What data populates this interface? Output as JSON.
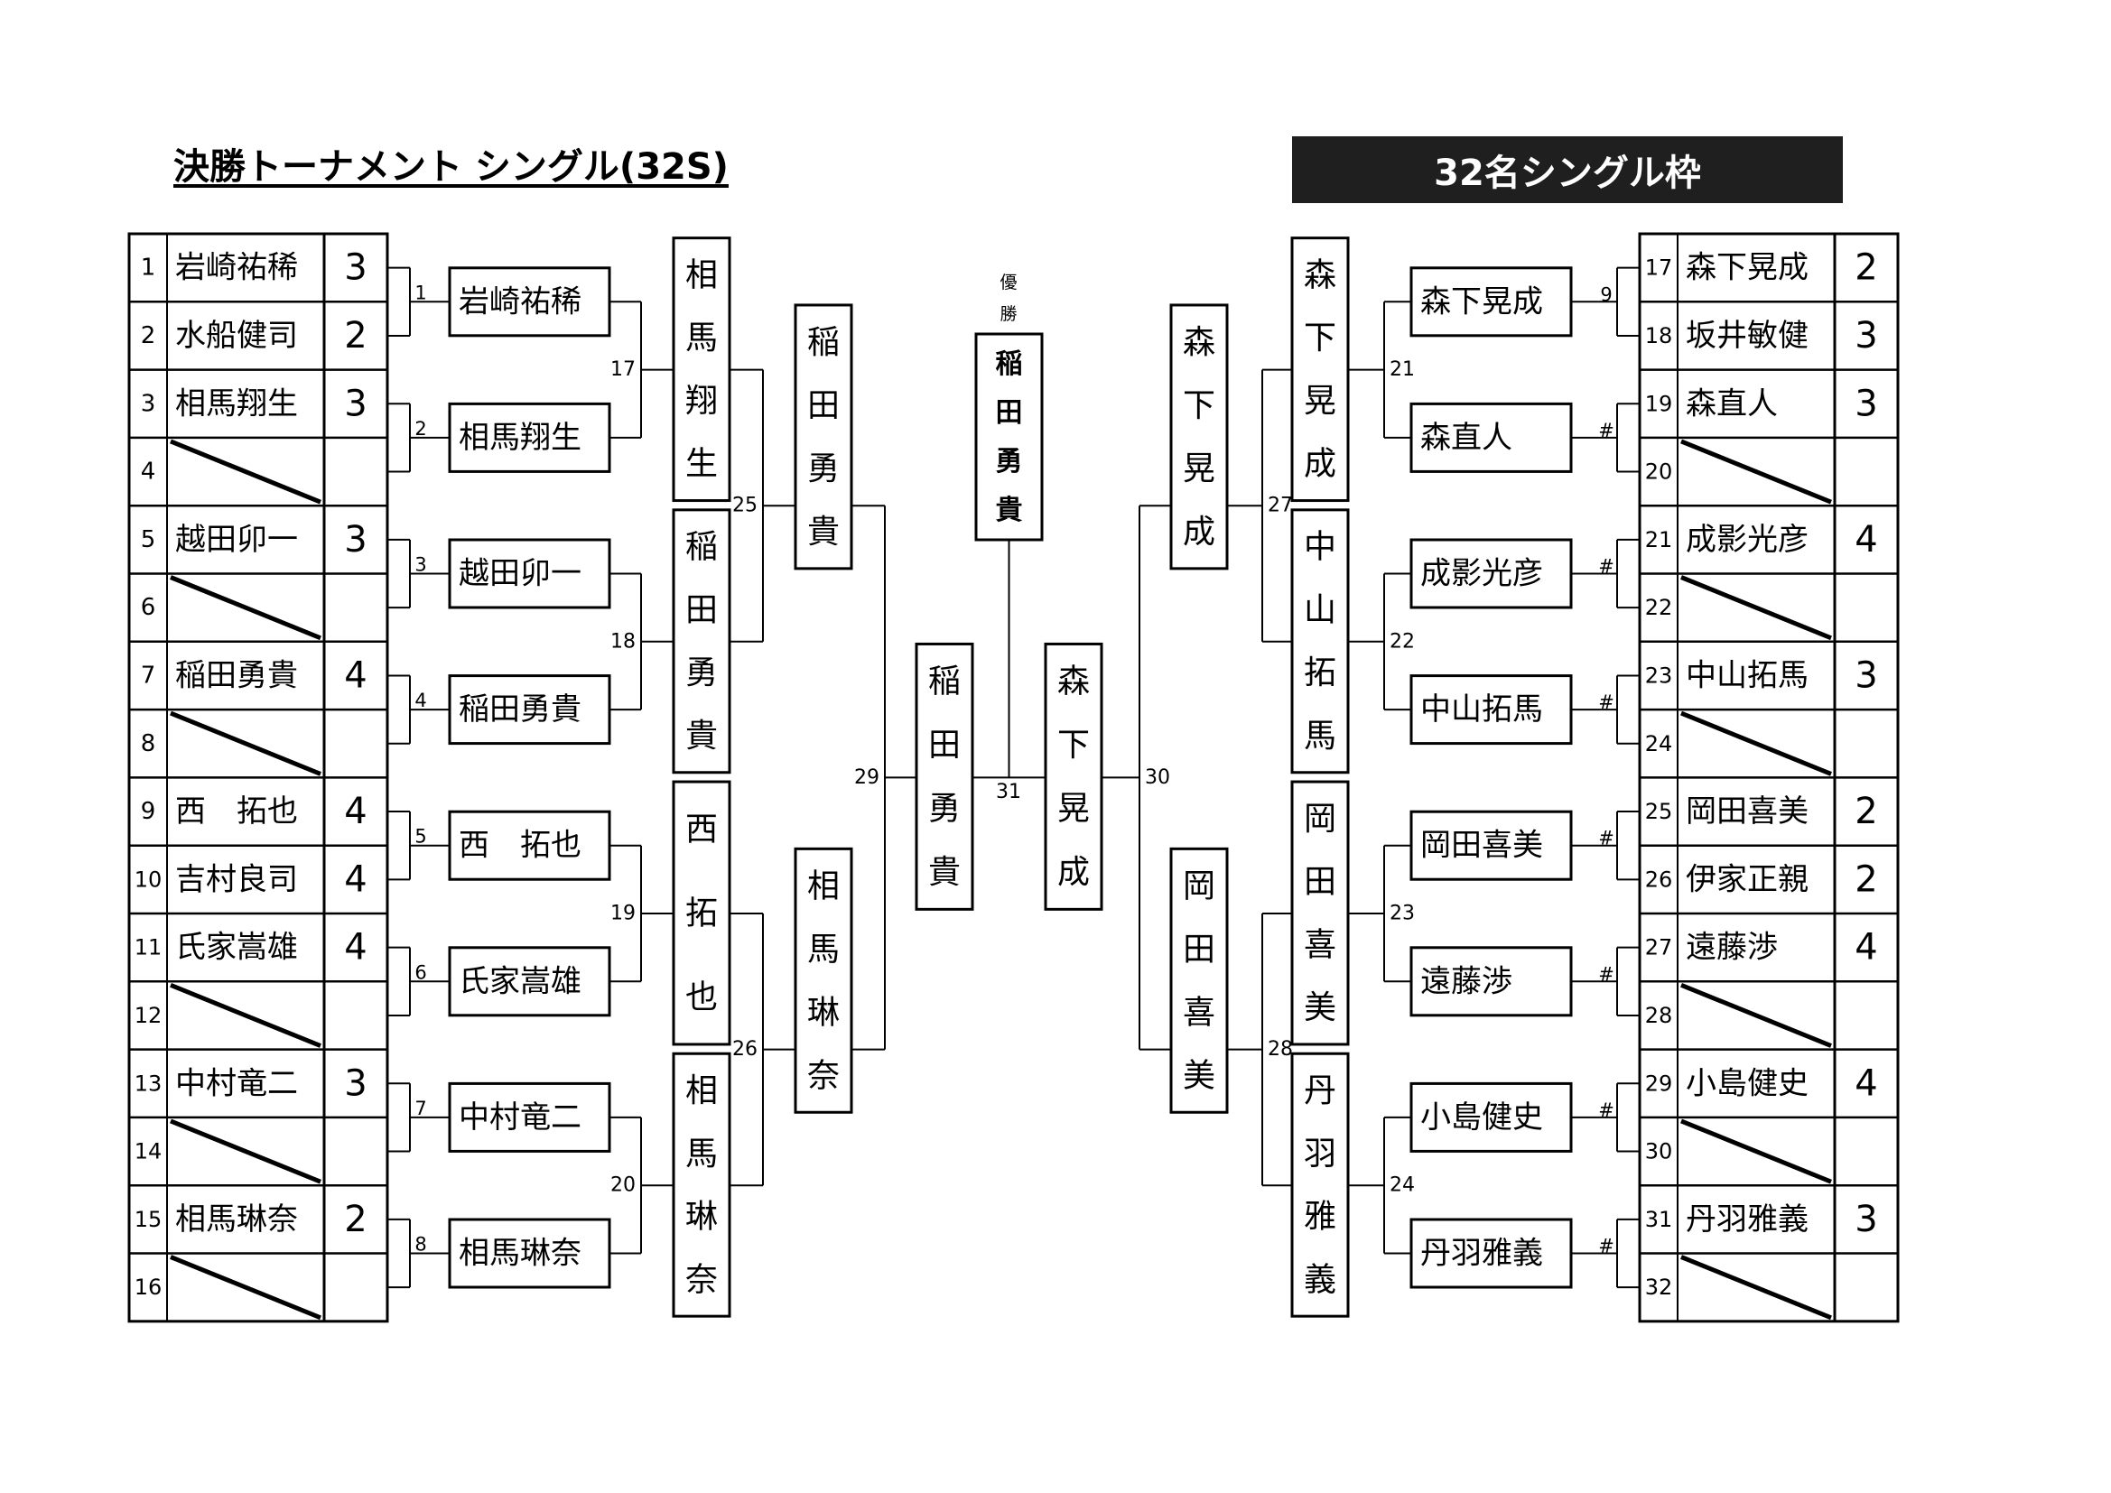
{
  "header": {
    "title": "決勝トーナメント シングル(32S)",
    "label": "32名シングル枠"
  },
  "champion_label": "優勝",
  "champion": "稲田勇貴",
  "left_entries": [
    {
      "seed": "1",
      "name": "岩崎祐稀",
      "score": "3"
    },
    {
      "seed": "2",
      "name": "水船健司",
      "score": "2"
    },
    {
      "seed": "3",
      "name": "相馬翔生",
      "score": "3"
    },
    {
      "seed": "4",
      "name": "",
      "score": ""
    },
    {
      "seed": "5",
      "name": "越田卯一",
      "score": "3"
    },
    {
      "seed": "6",
      "name": "",
      "score": ""
    },
    {
      "seed": "7",
      "name": "稲田勇貴",
      "score": "4"
    },
    {
      "seed": "8",
      "name": "",
      "score": ""
    },
    {
      "seed": "9",
      "name": "西　拓也",
      "score": "4"
    },
    {
      "seed": "10",
      "name": "吉村良司",
      "score": "4"
    },
    {
      "seed": "11",
      "name": "氏家嵩雄",
      "score": "4"
    },
    {
      "seed": "12",
      "name": "",
      "score": ""
    },
    {
      "seed": "13",
      "name": "中村竜二",
      "score": "3"
    },
    {
      "seed": "14",
      "name": "",
      "score": ""
    },
    {
      "seed": "15",
      "name": "相馬琳奈",
      "score": "2"
    },
    {
      "seed": "16",
      "name": "",
      "score": ""
    }
  ],
  "right_entries": [
    {
      "seed": "17",
      "name": "森下晃成",
      "score": "2"
    },
    {
      "seed": "18",
      "name": "坂井敏健",
      "score": "3"
    },
    {
      "seed": "19",
      "name": "森直人",
      "score": "3"
    },
    {
      "seed": "20",
      "name": "",
      "score": ""
    },
    {
      "seed": "21",
      "name": "成影光彦",
      "score": "4"
    },
    {
      "seed": "22",
      "name": "",
      "score": ""
    },
    {
      "seed": "23",
      "name": "中山拓馬",
      "score": "3"
    },
    {
      "seed": "24",
      "name": "",
      "score": ""
    },
    {
      "seed": "25",
      "name": "岡田喜美",
      "score": "2"
    },
    {
      "seed": "26",
      "name": "伊家正親",
      "score": "2"
    },
    {
      "seed": "27",
      "name": "遠藤渉",
      "score": "4"
    },
    {
      "seed": "28",
      "name": "",
      "score": ""
    },
    {
      "seed": "29",
      "name": "小島健史",
      "score": "4"
    },
    {
      "seed": "30",
      "name": "",
      "score": ""
    },
    {
      "seed": "31",
      "name": "丹羽雅義",
      "score": "3"
    },
    {
      "seed": "32",
      "name": "",
      "score": ""
    }
  ],
  "left_round1": [
    {
      "num": "1",
      "name": "岩崎祐稀"
    },
    {
      "num": "2",
      "name": "相馬翔生"
    },
    {
      "num": "3",
      "name": "越田卯一"
    },
    {
      "num": "4",
      "name": "稲田勇貴"
    },
    {
      "num": "5",
      "name": "西　拓也"
    },
    {
      "num": "6",
      "name": "氏家嵩雄"
    },
    {
      "num": "7",
      "name": "中村竜二"
    },
    {
      "num": "8",
      "name": "相馬琳奈"
    }
  ],
  "right_round1": [
    {
      "num": "9",
      "name": "森下晃成"
    },
    {
      "num": "#",
      "name": "森直人"
    },
    {
      "num": "#",
      "name": "成影光彦"
    },
    {
      "num": "#",
      "name": "中山拓馬"
    },
    {
      "num": "#",
      "name": "岡田喜美"
    },
    {
      "num": "#",
      "name": "遠藤渉"
    },
    {
      "num": "#",
      "name": "小島健史"
    },
    {
      "num": "#",
      "name": "丹羽雅義"
    }
  ],
  "left_round2": [
    {
      "num": "17",
      "name": "相馬翔生"
    },
    {
      "num": "18",
      "name": "稲田勇貴"
    },
    {
      "num": "19",
      "name": "西拓也"
    },
    {
      "num": "20",
      "name": "相馬琳奈"
    }
  ],
  "right_round2": [
    {
      "num": "21",
      "name": "森下晃成"
    },
    {
      "num": "22",
      "name": "中山拓馬"
    },
    {
      "num": "23",
      "name": "岡田喜美"
    },
    {
      "num": "24",
      "name": "丹羽雅義"
    }
  ],
  "left_round3": [
    {
      "num": "25",
      "name": "稲田勇貴"
    },
    {
      "num": "26",
      "name": "相馬琳奈"
    }
  ],
  "right_round3": [
    {
      "num": "27",
      "name": "森下晃成"
    },
    {
      "num": "28",
      "name": "岡田喜美"
    }
  ],
  "left_semi": {
    "num": "29",
    "name": "稲田勇貴"
  },
  "right_semi": {
    "num": "30",
    "name": "森下晃成"
  },
  "final": {
    "num": "31"
  }
}
